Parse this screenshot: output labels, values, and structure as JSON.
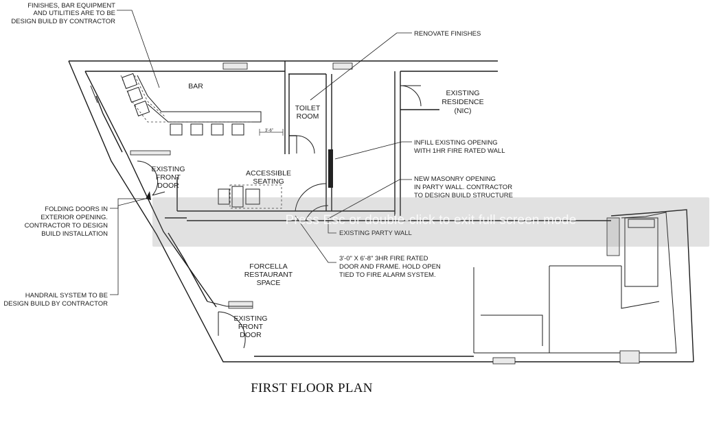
{
  "drawing": {
    "title": "FIRST FLOOR PLAN",
    "rooms": {
      "bar": "BAR",
      "toilet": [
        "TOILET",
        "ROOM"
      ],
      "existing_residence": [
        "EXISTING",
        "RESIDENCE",
        "(NIC)"
      ],
      "existing_front_door_top": [
        "EXISTING",
        "FRONT",
        "DOOR"
      ],
      "accessible_seating": [
        "ACCESSIBLE",
        "SEATING"
      ],
      "restaurant": [
        "FORCELLA",
        "RESTAURANT",
        "SPACE"
      ],
      "existing_front_door_bottom": [
        "EXISTING",
        "FRONT",
        "DOOR"
      ]
    },
    "dimension_label": "3'-6\"",
    "notes": {
      "finishes_bar": [
        "FINISHES, BAR EQUIPMENT",
        "AND UTILITIES ARE TO BE",
        "DESIGN BUILD BY CONTRACTOR"
      ],
      "renovate": [
        "RENOVATE FINISHES"
      ],
      "infill": [
        "INFILL EXISTING OPENING",
        "WITH 1HR FIRE RATED WALL"
      ],
      "masonry": [
        "NEW MASONRY OPENING",
        "IN PARTY WALL. CONTRACTOR",
        "TO DESIGN BUILD STRUCTURE"
      ],
      "party_wall": [
        "EXISTING PARTY WALL"
      ],
      "fire_door": [
        "3'-0\" X 6'-8\" 3HR FIRE RATED",
        "DOOR AND FRAME. HOLD OPEN",
        "TIED TO FIRE ALARM SYSTEM."
      ],
      "folding_doors": [
        "FOLDING DOORS IN",
        "EXTERIOR OPENING.",
        "CONTRACTOR TO DESIGN",
        "BUILD INSTALLATION"
      ],
      "handrail": [
        "HANDRAIL SYSTEM TO BE",
        "DESIGN BUILD BY CONTRACTOR"
      ]
    }
  },
  "overlay": {
    "message": "Press Esc or double-click to exit full screen mode"
  }
}
